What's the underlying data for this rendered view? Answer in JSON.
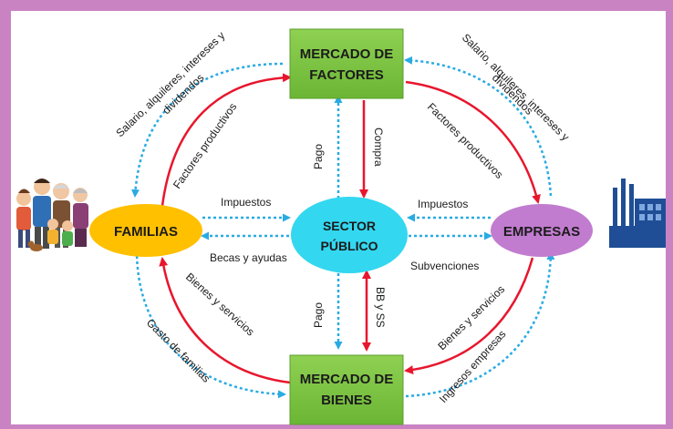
{
  "nodes": {
    "mercado_factores": [
      "MERCADO DE",
      "FACTORES"
    ],
    "mercado_bienes": [
      "MERCADO DE",
      "BIENES"
    ],
    "familias": "FAMILIAS",
    "empresas": "EMPRESAS",
    "sector_publico": [
      "SECTOR",
      "PÚBLICO"
    ]
  },
  "flows": {
    "salario_left": [
      "Salario, alquileres, intereses y",
      "dividendos"
    ],
    "salario_right": [
      "Salario, alquileres, intereses y",
      "dividendos"
    ],
    "factores_left": "Factores productivos",
    "factores_right": "Factores productivos",
    "bienes_left": "Bienes y servicios",
    "bienes_right": "Bienes y servicios",
    "gasto_familias": "Gasto de familias",
    "ingresos_empresas": "Ingresos empresas",
    "pago_top": "Pago",
    "compra": "Compra",
    "pago_bottom": "Pago",
    "bbss": "BB y SS",
    "impuestos_left": "Impuestos",
    "becas": "Becas y ayudas",
    "impuestos_right": "Impuestos",
    "subvenciones": "Subvenciones"
  },
  "colors": {
    "frame": "#c983c3",
    "market_box": "#7dc443",
    "familias": "#ffc000",
    "empresas": "#c17ccf",
    "sector_publico": "#33d7f0",
    "money_flow": "#29abe2",
    "real_flow": "#e8162d"
  },
  "icons": [
    "family-icon",
    "factory-icon"
  ]
}
